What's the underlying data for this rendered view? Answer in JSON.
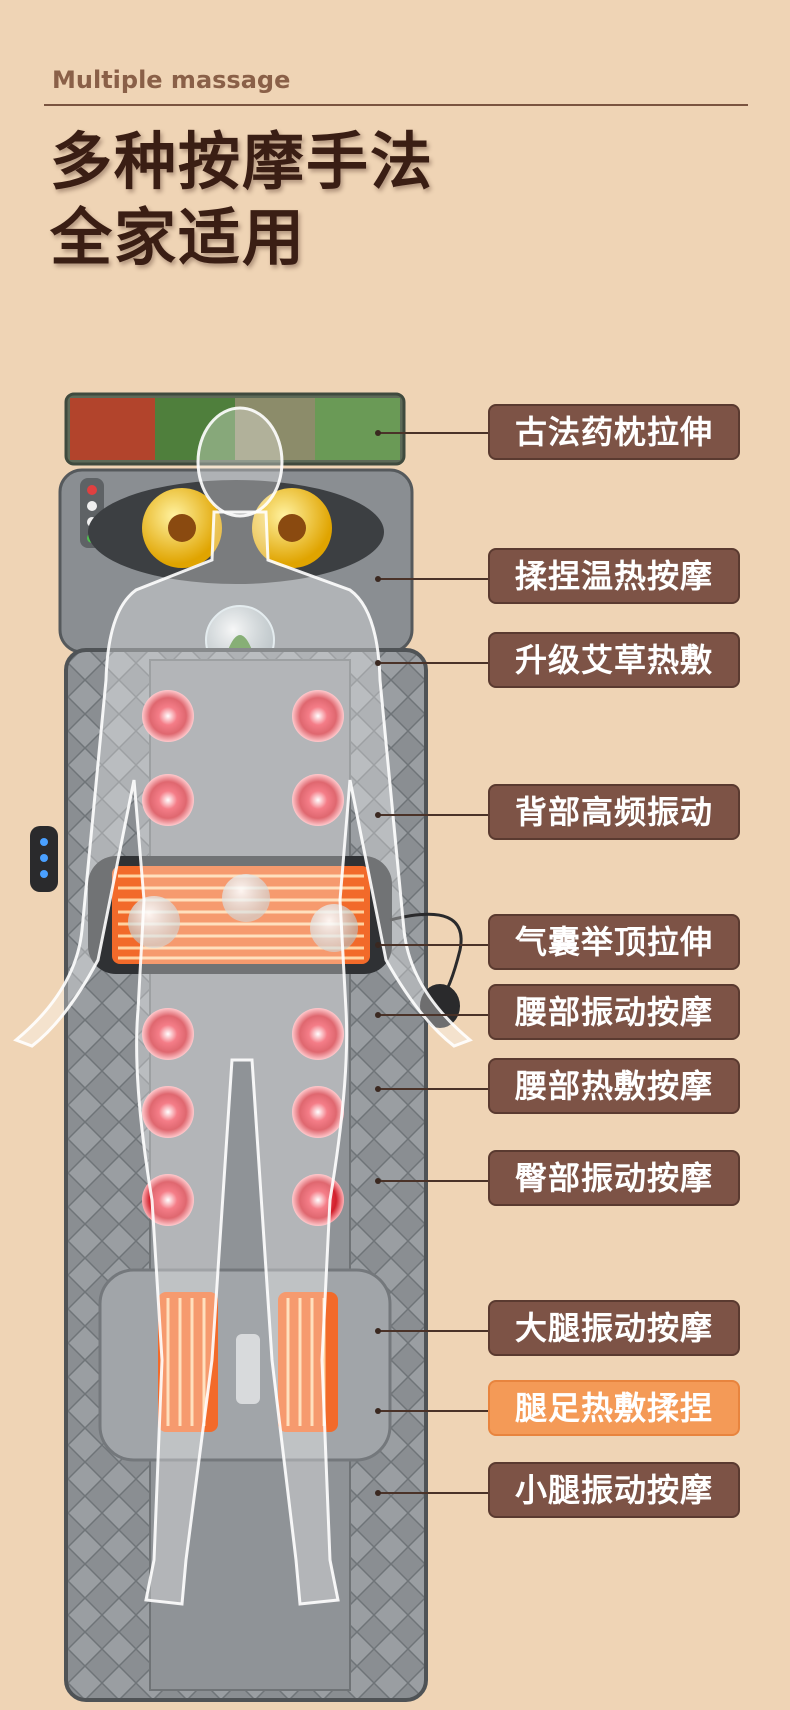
{
  "header": {
    "subtitle": "Multiple massage",
    "headline_line1": "多种按摩手法",
    "headline_line2": "全家适用"
  },
  "callouts": [
    {
      "label": "古法药枕拉伸",
      "highlighted": false
    },
    {
      "label": "揉捏温热按摩",
      "highlighted": false
    },
    {
      "label": "升级艾草热敷",
      "highlighted": false
    },
    {
      "label": "背部高频振动",
      "highlighted": false
    },
    {
      "label": "气囊举顶拉伸",
      "highlighted": false
    },
    {
      "label": "腰部振动按摩",
      "highlighted": false
    },
    {
      "label": "腰部热敷按摩",
      "highlighted": false
    },
    {
      "label": "臀部振动按摩",
      "highlighted": false
    },
    {
      "label": "大腿振动按摩",
      "highlighted": false
    },
    {
      "label": "腿足热敷揉捏",
      "highlighted": true
    },
    {
      "label": "小腿振动按摩",
      "highlighted": false
    }
  ],
  "colors": {
    "background": "#efd4b5",
    "callout_fill": "#7d5346",
    "callout_highlight": "#f49a57",
    "mat": "#8d9194",
    "vibration_point": "#e0303a",
    "heating_pad": "#f26a2a"
  }
}
